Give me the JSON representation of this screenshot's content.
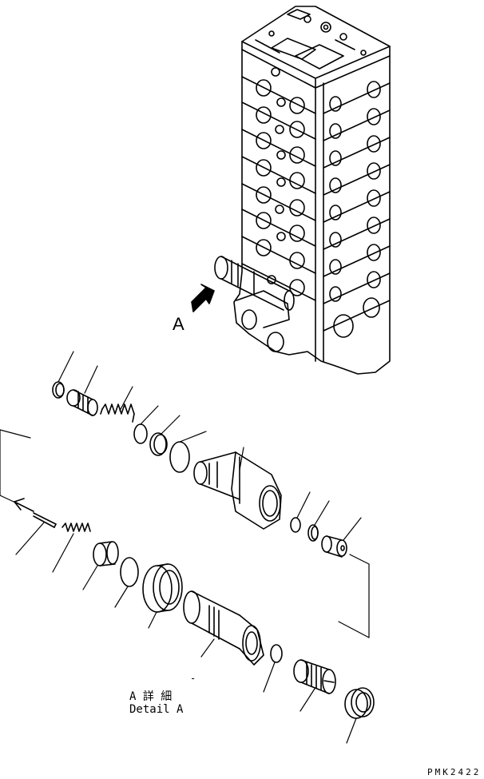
{
  "view_label": "A",
  "detail_caption": {
    "jp": "A 詳 細",
    "en": "Detail A"
  },
  "drawing_code": "PMK2422",
  "dash_mark": "-"
}
